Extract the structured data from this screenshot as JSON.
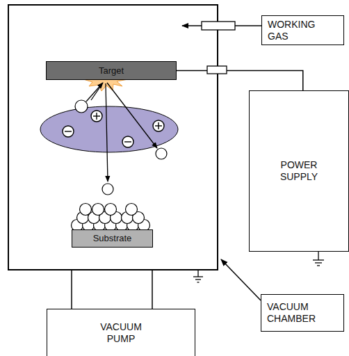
{
  "diagram": {
    "nodes": [
      {
        "text": [
          "WORKING GAS"
        ]
      },
      {
        "text": [
          "Target"
        ]
      },
      {
        "text": [
          "POWER SUPPLY"
        ]
      },
      {
        "text": [
          "Substrate"
        ]
      },
      {
        "text": [
          "VACUUM CHAMBER"
        ]
      },
      {
        "text": [
          "VACUUM PUMP"
        ]
      }
    ],
    "edges": [
      {
        "from": 1,
        "to": 2,
        "arrow": "none"
      }
    ]
  }
}
